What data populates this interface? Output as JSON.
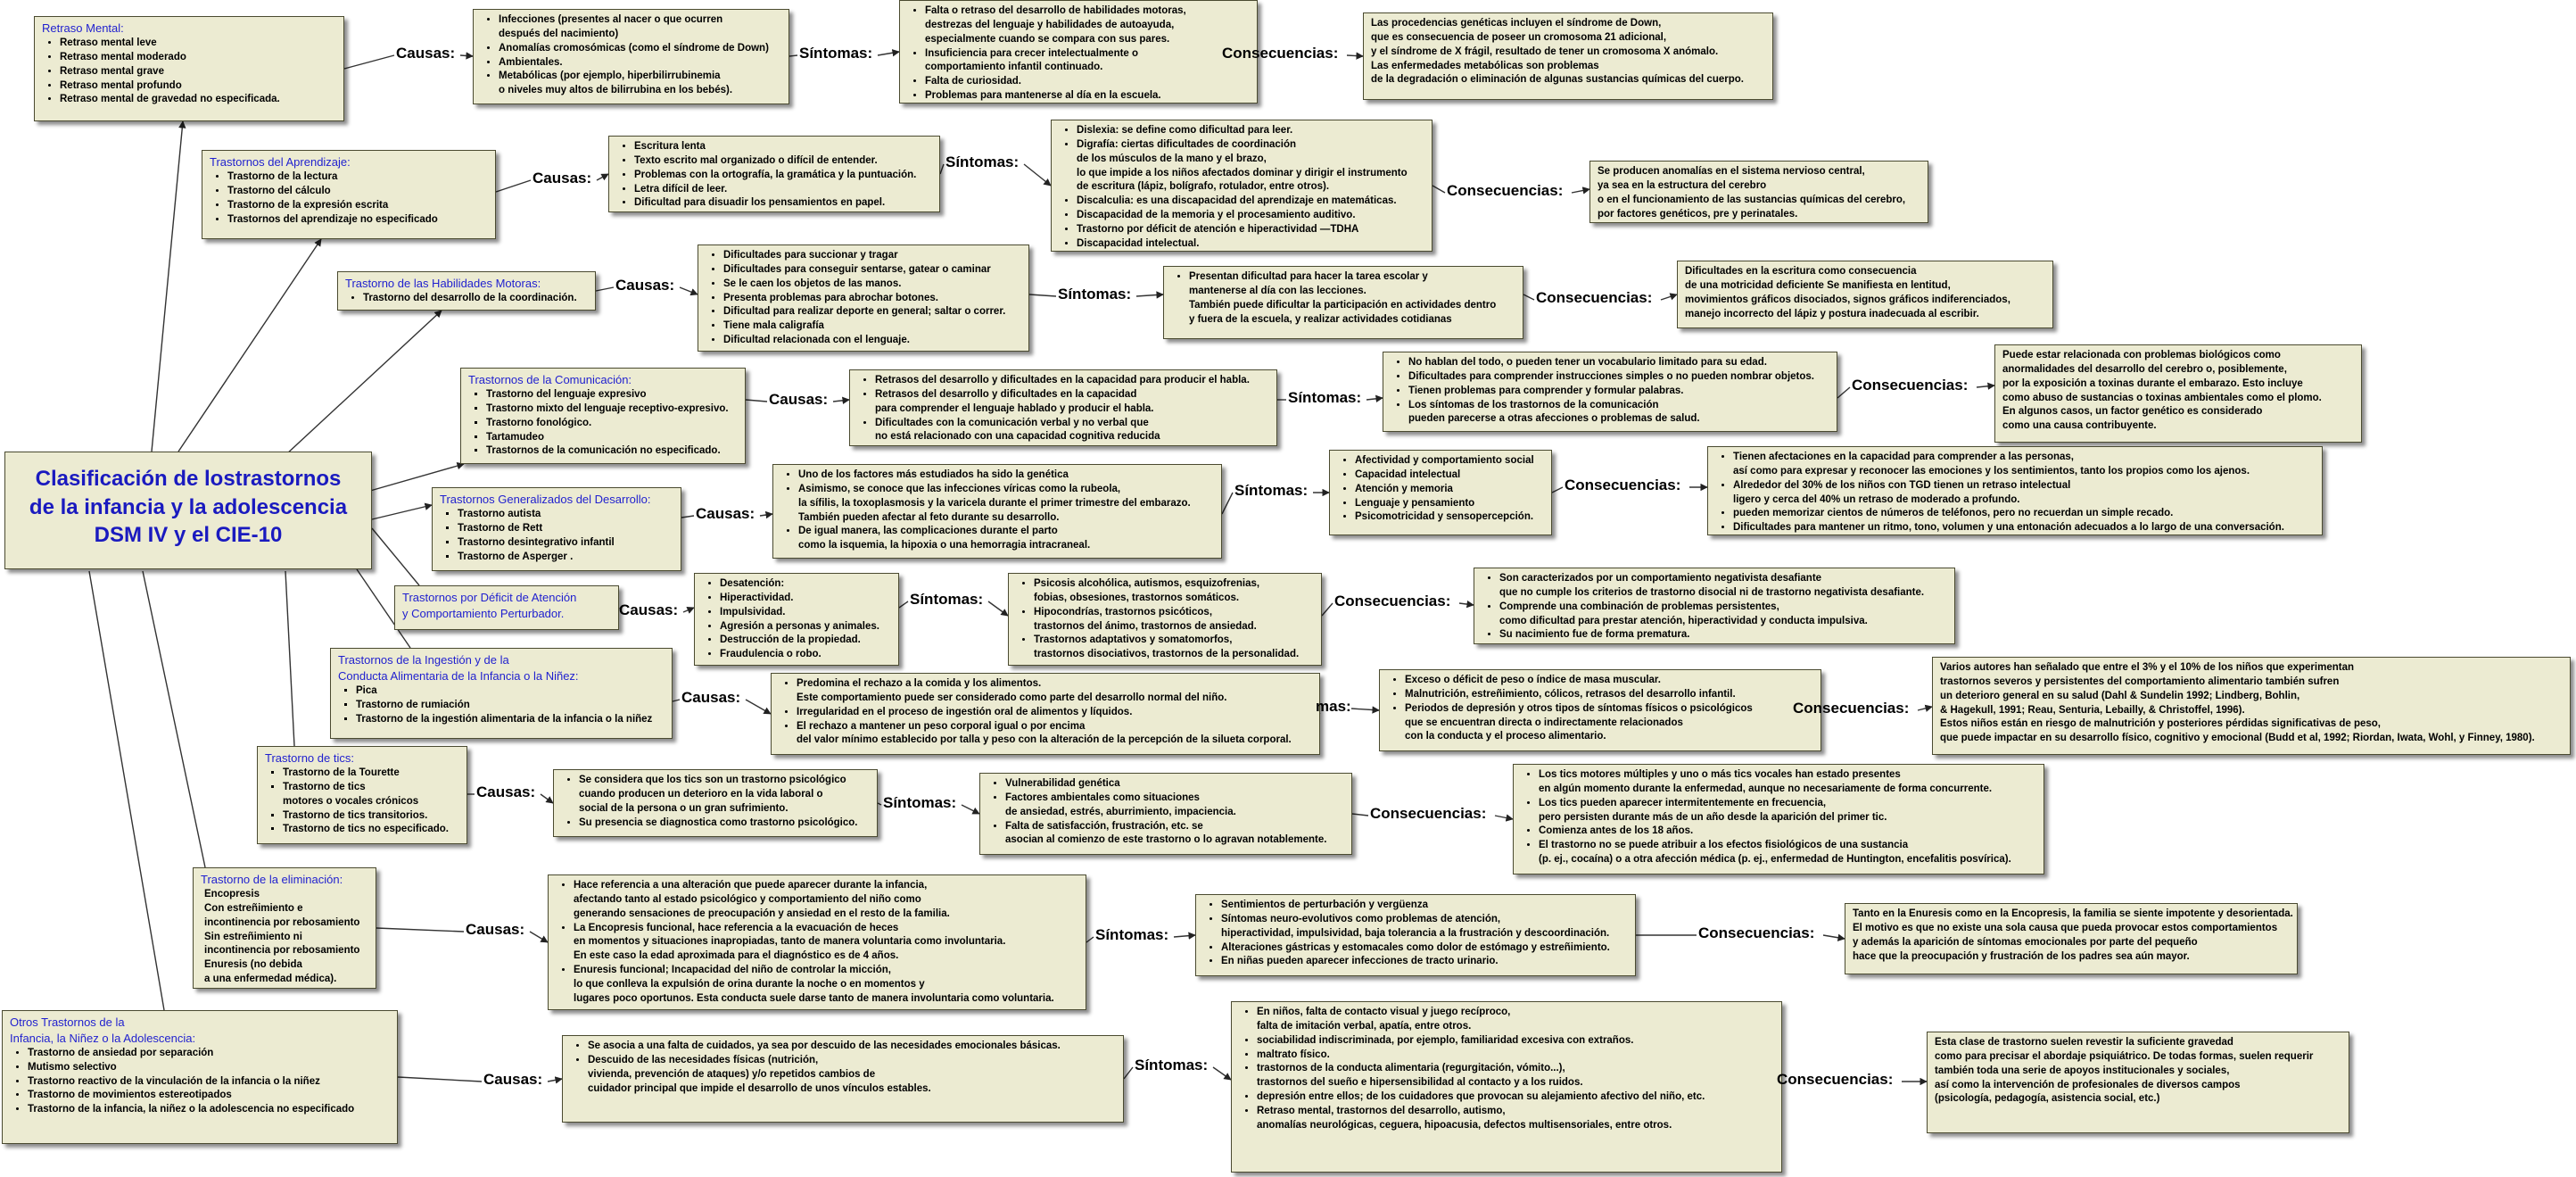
{
  "root": {
    "title_lines": [
      "Clasificación de lostrastornos",
      "de la infancia y la adolescencia",
      "DSM IV y el  CIE-10"
    ]
  },
  "labels": {
    "causas": "Causas:",
    "sintomas": "Síntomas:",
    "consecuencias": "Consecuencias:",
    "sintomas_cut": "mas:"
  },
  "rows": [
    {
      "category": {
        "title": "Retraso Mental:",
        "items": [
          "Retraso mental leve",
          "Retraso mental moderado",
          "Retraso mental grave",
          "Retraso mental profundo",
          "Retraso mental de gravedad no especificada."
        ]
      },
      "causas": [
        "Infecciones (presentes al nacer o que ocurren\ndespués del nacimiento)",
        "Anomalías cromosómicas (como el síndrome de Down)",
        "Ambientales.",
        "Metabólicas (por ejemplo, hiperbilirrubinemia\no niveles muy altos de bilirrubina en los bebés)."
      ],
      "sintomas": [
        "Falta o retraso del desarrollo de habilidades motoras,\ndestrezas del lenguaje y habilidades de autoayuda,\nespecialmente cuando se compara con sus pares.",
        "Insuficiencia para crecer intelectualmente o\ncomportamiento infantil continuado.",
        "Falta de curiosidad.",
        "Problemas para mantenerse al día en la escuela."
      ],
      "consecuencias": [
        "Las procedencias genéticas incluyen el síndrome de Down,\nque es consecuencia de poseer un cromosoma 21 adicional,\ny el síndrome de X frágil, resultado de tener un cromosoma X anómalo.\nLas enfermedades metabólicas son problemas\nde la degradación o eliminación de algunas sustancias químicas del cuerpo."
      ]
    },
    {
      "category": {
        "title": "Trastornos del Aprendizaje:",
        "items": [
          "Trastorno de la lectura",
          "Trastorno del cálculo",
          "Trastorno de la expresión escrita",
          "Trastornos del aprendizaje no especificado"
        ]
      },
      "causas": [
        "Escritura lenta",
        "Texto escrito mal organizado o difícil de entender.",
        "Problemas con la ortografía, la gramática y la puntuación.",
        "Letra difícil de leer.",
        "Dificultad para disuadir los pensamientos en papel."
      ],
      "sintomas": [
        "Dislexia: se define como dificultad para leer.",
        "Digrafía: ciertas dificultades de coordinación\nde los músculos de la mano y el brazo,\nlo que impide a los niños afectados dominar y dirigir el instrumento\nde escritura (lápiz, bolígrafo, rotulador, entre otros).",
        "Discalculia: es una discapacidad del aprendizaje en matemáticas.",
        "Discapacidad de la memoria y el procesamiento auditivo.",
        "Trastorno por déficit de atención e hiperactividad —TDHA",
        "Discapacidad intelectual."
      ],
      "consecuencias": [
        "Se producen anomalías en el sistema nervioso central,\nya sea en la estructura del cerebro\no en el funcionamiento de las sustancias químicas del cerebro,\npor factores genéticos, pre y perinatales."
      ]
    },
    {
      "category": {
        "title": "Trastorno de las Habilidades Motoras:",
        "items": [
          "Trastorno del desarrollo de la coordinación."
        ]
      },
      "causas": [
        "Dificultades para succionar y tragar",
        "Dificultades para conseguir sentarse, gatear o caminar",
        "Se le caen los objetos de las manos.",
        "Presenta problemas para abrochar botones.",
        "Dificultad para realizar deporte en general; saltar o correr.",
        "Tiene mala caligrafía",
        "Dificultad relacionada con el lenguaje."
      ],
      "sintomas": [
        "Presentan dificultad para hacer la tarea escolar y\nmantenerse al día con las lecciones.\nTambién puede dificultar la participación en actividades dentro\ny fuera de la escuela, y realizar actividades cotidianas"
      ],
      "consecuencias": [
        "Dificultades en la escritura como consecuencia\nde una motricidad deficiente Se manifiesta en lentitud,\nmovimientos gráficos disociados, signos gráficos indiferenciados,\nmanejo incorrecto del lápiz y postura inadecuada al escribir."
      ]
    },
    {
      "category": {
        "title": "Trastornos de la Comunicación:",
        "items": [
          "Trastorno del lenguaje expresivo",
          "Trastorno mixto del lenguaje receptivo-expresivo.",
          "Trastorno fonológico.",
          "Tartamudeo",
          "Trastornos de la comunicación no especificado."
        ]
      },
      "causas": [
        "Retrasos del desarrollo y dificultades en la capacidad para producir el habla.",
        "Retrasos del desarrollo y dificultades en la capacidad\npara comprender el lenguaje hablado y producir el habla.",
        "Dificultades con la comunicación verbal y no verbal que\nno está relacionado con una capacidad cognitiva reducida"
      ],
      "sintomas": [
        "No hablan del todo, o pueden tener un vocabulario limitado para su edad.",
        "Dificultades para comprender instrucciones simples o no pueden nombrar objetos.",
        "Tienen problemas para comprender y formular palabras.",
        "Los síntomas de los trastornos de la comunicación\npueden parecerse a otras afecciones o problemas de salud."
      ],
      "consecuencias": [
        "Puede estar relacionada con problemas biológicos como\nanormalidades del desarrollo del cerebro o, posiblemente,\npor la exposición a toxinas durante el embarazo. Esto incluye\ncomo abuso de sustancias o toxinas ambientales como el plomo.\nEn algunos casos, un factor genético es considerado\ncomo una causa contribuyente."
      ]
    },
    {
      "category": {
        "title": "Trastornos Generalizados del Desarrollo:",
        "items": [
          "Trastorno autista",
          "Trastorno de Rett",
          "Trastorno desintegrativo infantil",
          "Trastorno de Asperger ."
        ]
      },
      "causas": [
        "Uno de los factores más estudiados ha sido la genética",
        "Asimismo, se conoce que las infecciones víricas como la rubeola,\nla sífilis, la toxoplasmosis y la varicela durante el primer trimestre del embarazo.\nTambién pueden afectar al feto durante su desarrollo.",
        "De igual manera, las complicaciones durante el parto\ncomo la isquemia, la hipoxia o una hemorragia intracraneal."
      ],
      "sintomas": [
        "Afectividad y comportamiento social",
        "Capacidad intelectual",
        "Atención y memoria",
        "Lenguaje y pensamiento",
        "Psicomotricidad y sensopercepción."
      ],
      "consecuencias": [
        "Tienen afectaciones en la capacidad para comprender a las personas,\nasí como para expresar y reconocer las emociones y los sentimientos, tanto los propios como los ajenos.",
        "Alrededor del 30% de los niños con TGD tienen un retraso intelectual\nligero y cerca del 40% un retraso de moderado a profundo.",
        "pueden memorizar cientos de números de teléfonos, pero no recuerdan un simple recado.",
        "Dificultades para mantener un ritmo, tono, volumen y una entonación adecuados a lo largo de una conversación."
      ]
    },
    {
      "category": {
        "title": "Trastornos por Déficit de Atención\ny Comportamiento Perturbador.",
        "items": []
      },
      "causas": [
        "Desatención:",
        "Hiperactividad.",
        "Impulsividad.",
        "Agresión a personas y animales.",
        "Destrucción de la propiedad.",
        "Fraudulencia o robo."
      ],
      "sintomas": [
        "Psicosis alcohólica, autismos, esquizofrenias,\nfobias, obsesiones, trastornos somáticos.",
        "Hipocondrías, trastornos psicóticos,\ntrastornos del ánimo, trastornos de ansiedad.",
        "Trastornos adaptativos y somatomorfos,\ntrastornos disociativos, trastornos de la personalidad."
      ],
      "consecuencias": [
        "Son caracterizados por un comportamiento negativista desafiante\nque no cumple los criterios de trastorno disocial ni de trastorno negativista desafiante.",
        "Comprende una combinación de problemas persistentes,\ncomo dificultad para prestar atención, hiperactividad y conducta impulsiva.",
        "Su nacimiento fue de forma prematura."
      ]
    },
    {
      "category": {
        "title": "Trastornos de la Ingestión y de la\nConducta Alimentaria de la Infancia o la Niñez:",
        "items": [
          "Pica",
          "Trastorno de rumiación",
          "Trastorno de la ingestión alimentaria de la infancia o la niñez"
        ]
      },
      "causas": [
        "Predomina el rechazo a la comida y los alimentos.\nEste comportamiento puede ser considerado como parte del desarrollo normal del niño.",
        "Irregularidad en el proceso de ingestión oral de alimentos y líquidos.",
        "El rechazo a mantener un peso corporal igual o por encima\ndel valor mínimo establecido por talla y peso con la alteración de la percepción de la silueta corporal."
      ],
      "sintomas": [
        "Exceso o déficit de peso o índice de masa muscular.",
        "Malnutrición, estreñimiento, cólicos, retrasos del desarrollo infantil.",
        "Periodos de depresión y otros tipos de síntomas físicos o psicológicos\nque se encuentran directa o indirectamente relacionados\ncon la conducta y el proceso alimentario."
      ],
      "consecuencias": [
        "Varios autores han señalado que entre el 3% y el 10% de los niños que experimentan\ntrastornos severos y persistentes del comportamiento alimentario también sufren\nun deterioro general en su salud (Dahl & Sundelin 1992; Lindberg, Bohlin,\n& Hagekull, 1991; Reau, Senturia, Lebailly, & Christoffel, 1996).\nEstos niños están en riesgo de malnutrición y posteriores pérdidas significativas de peso,\nque puede impactar en su desarrollo físico, cognitivo y emocional (Budd et al, 1992; Riordan, Iwata, Wohl, y Finney, 1980)."
      ]
    },
    {
      "category": {
        "title": "Trastorno de tics:",
        "items": [
          "Trastorno de la Tourette",
          "Trastorno de tics\nmotores o vocales crónicos",
          "Trastorno de tics transitorios.",
          "Trastorno de tics no especificado."
        ]
      },
      "causas": [
        "Se considera que los tics son un trastorno psicológico\ncuando producen un deterioro en la vida laboral o\nsocial de la persona o un gran sufrimiento.",
        "Su presencia se diagnostica como trastorno psicológico."
      ],
      "sintomas": [
        "Vulnerabilidad genética",
        "Factores ambientales como situaciones\nde ansiedad, estrés, aburrimiento, impaciencia.",
        "Falta de satisfacción, frustración, etc. se\nasocian al comienzo de este trastorno o lo agravan notablemente."
      ],
      "consecuencias": [
        "Los tics motores múltiples y uno o más tics vocales han estado presentes\nen algún momento durante la enfermedad, aunque no necesariamente de forma concurrente.",
        "Los tics pueden aparecer intermitentemente en frecuencia,\npero persisten durante más de un año desde la aparición del primer tic.",
        "Comienza antes de los 18 años.",
        "El trastorno no se puede atribuir a los efectos fisiológicos de una sustancia\n(p. ej., cocaína) o a otra afección médica (p. ej., enfermedad de Huntington, encefalitis posvírica)."
      ]
    },
    {
      "category": {
        "title": "Trastorno de la eliminación:",
        "items": [
          "Encopresis",
          "Con estreñimiento e\nincontinencia por rebosamiento",
          "Sin estreñimiento ni\nincontinencia por rebosamiento",
          "Enuresis (no debida\na una enfermedad médica)."
        ]
      },
      "causas": [
        "Hace referencia a una alteración que puede aparecer durante la infancia,\nafectando tanto al estado psicológico y comportamiento del niño como\ngenerando sensaciones de preocupación y ansiedad en el resto de la familia.",
        "La Encopresis funcional, hace referencia a la evacuación de heces\nen momentos y situaciones inapropiadas, tanto de manera voluntaria como involuntaria.\nEn este caso la edad aproximada para el diagnóstico es de 4 años.",
        "Enuresis funcional; Incapacidad del niño de controlar la micción,\nlo que conlleva la expulsión de orina durante la noche o en momentos y\nlugares poco oportunos. Esta conducta suele darse tanto de manera involuntaria como voluntaria."
      ],
      "sintomas": [
        "Sentimientos de perturbación y vergüenza",
        "Síntomas neuro-evolutivos como problemas de atención,\nhiperactividad, impulsividad, baja tolerancia a la frustración y descoordinación.",
        "Alteraciones gástricas y estomacales como dolor de estómago y estreñimiento.",
        "En niñas pueden aparecer infecciones de tracto urinario."
      ],
      "consecuencias": [
        "Tanto en la Enuresis como en la Encopresis, la familia se siente impotente y desorientada.\nEl motivo es que no existe una sola causa que pueda provocar estos comportamientos\ny además la aparición de síntomas emocionales por parte del pequeño\nhace que la preocupación y frustración de los padres sea aún mayor."
      ]
    },
    {
      "category": {
        "title": "Otros Trastornos de la\nInfancia, la Niñez o la Adolescencia:",
        "items": [
          "Trastorno de ansiedad por separación",
          "Mutismo selectivo",
          "Trastorno reactivo de la vinculación de la infancia o la niñez",
          "Trastorno de movimientos estereotipados",
          "Trastorno de la infancia, la niñez o la adolescencia no especificado"
        ]
      },
      "causas": [
        "Se asocia a una falta de cuidados, ya sea por descuido de las necesidades emocionales básicas.",
        "Descuido de las necesidades físicas (nutrición,\nvivienda, prevención de ataques) y/o repetidos cambios de\ncuidador principal que impide el desarrollo de unos vínculos estables."
      ],
      "sintomas": [
        "En niños, falta de contacto visual y juego recíproco,\nfalta de imitación verbal, apatía, entre otros.",
        "sociabilidad indiscriminada, por ejemplo, familiaridad excesiva con extraños.",
        "maltrato físico.",
        "trastornos de la conducta alimentaria (regurgitación, vómito...),\ntrastornos del sueño e hipersensibilidad al contacto y a los ruidos.",
        "depresión entre ellos; de los cuidadores que provocan su alejamiento afectivo del niño, etc.",
        "Retraso mental, trastornos del desarrollo, autismo,\nanomalías neurológicas, ceguera, hipoacusia, defectos multisensoriales, entre otros."
      ],
      "consecuencias": [
        "Esta clase de trastorno suelen revestir la suficiente gravedad\ncomo para precisar el abordaje psiquiátrico. De todas formas, suelen requerir\ntambién toda una serie de apoyos institucionales y sociales,\nasí como la intervención de profesionales de diversos campos\n(psicología, pedagogía, asistencia social, etc.)"
      ]
    }
  ]
}
